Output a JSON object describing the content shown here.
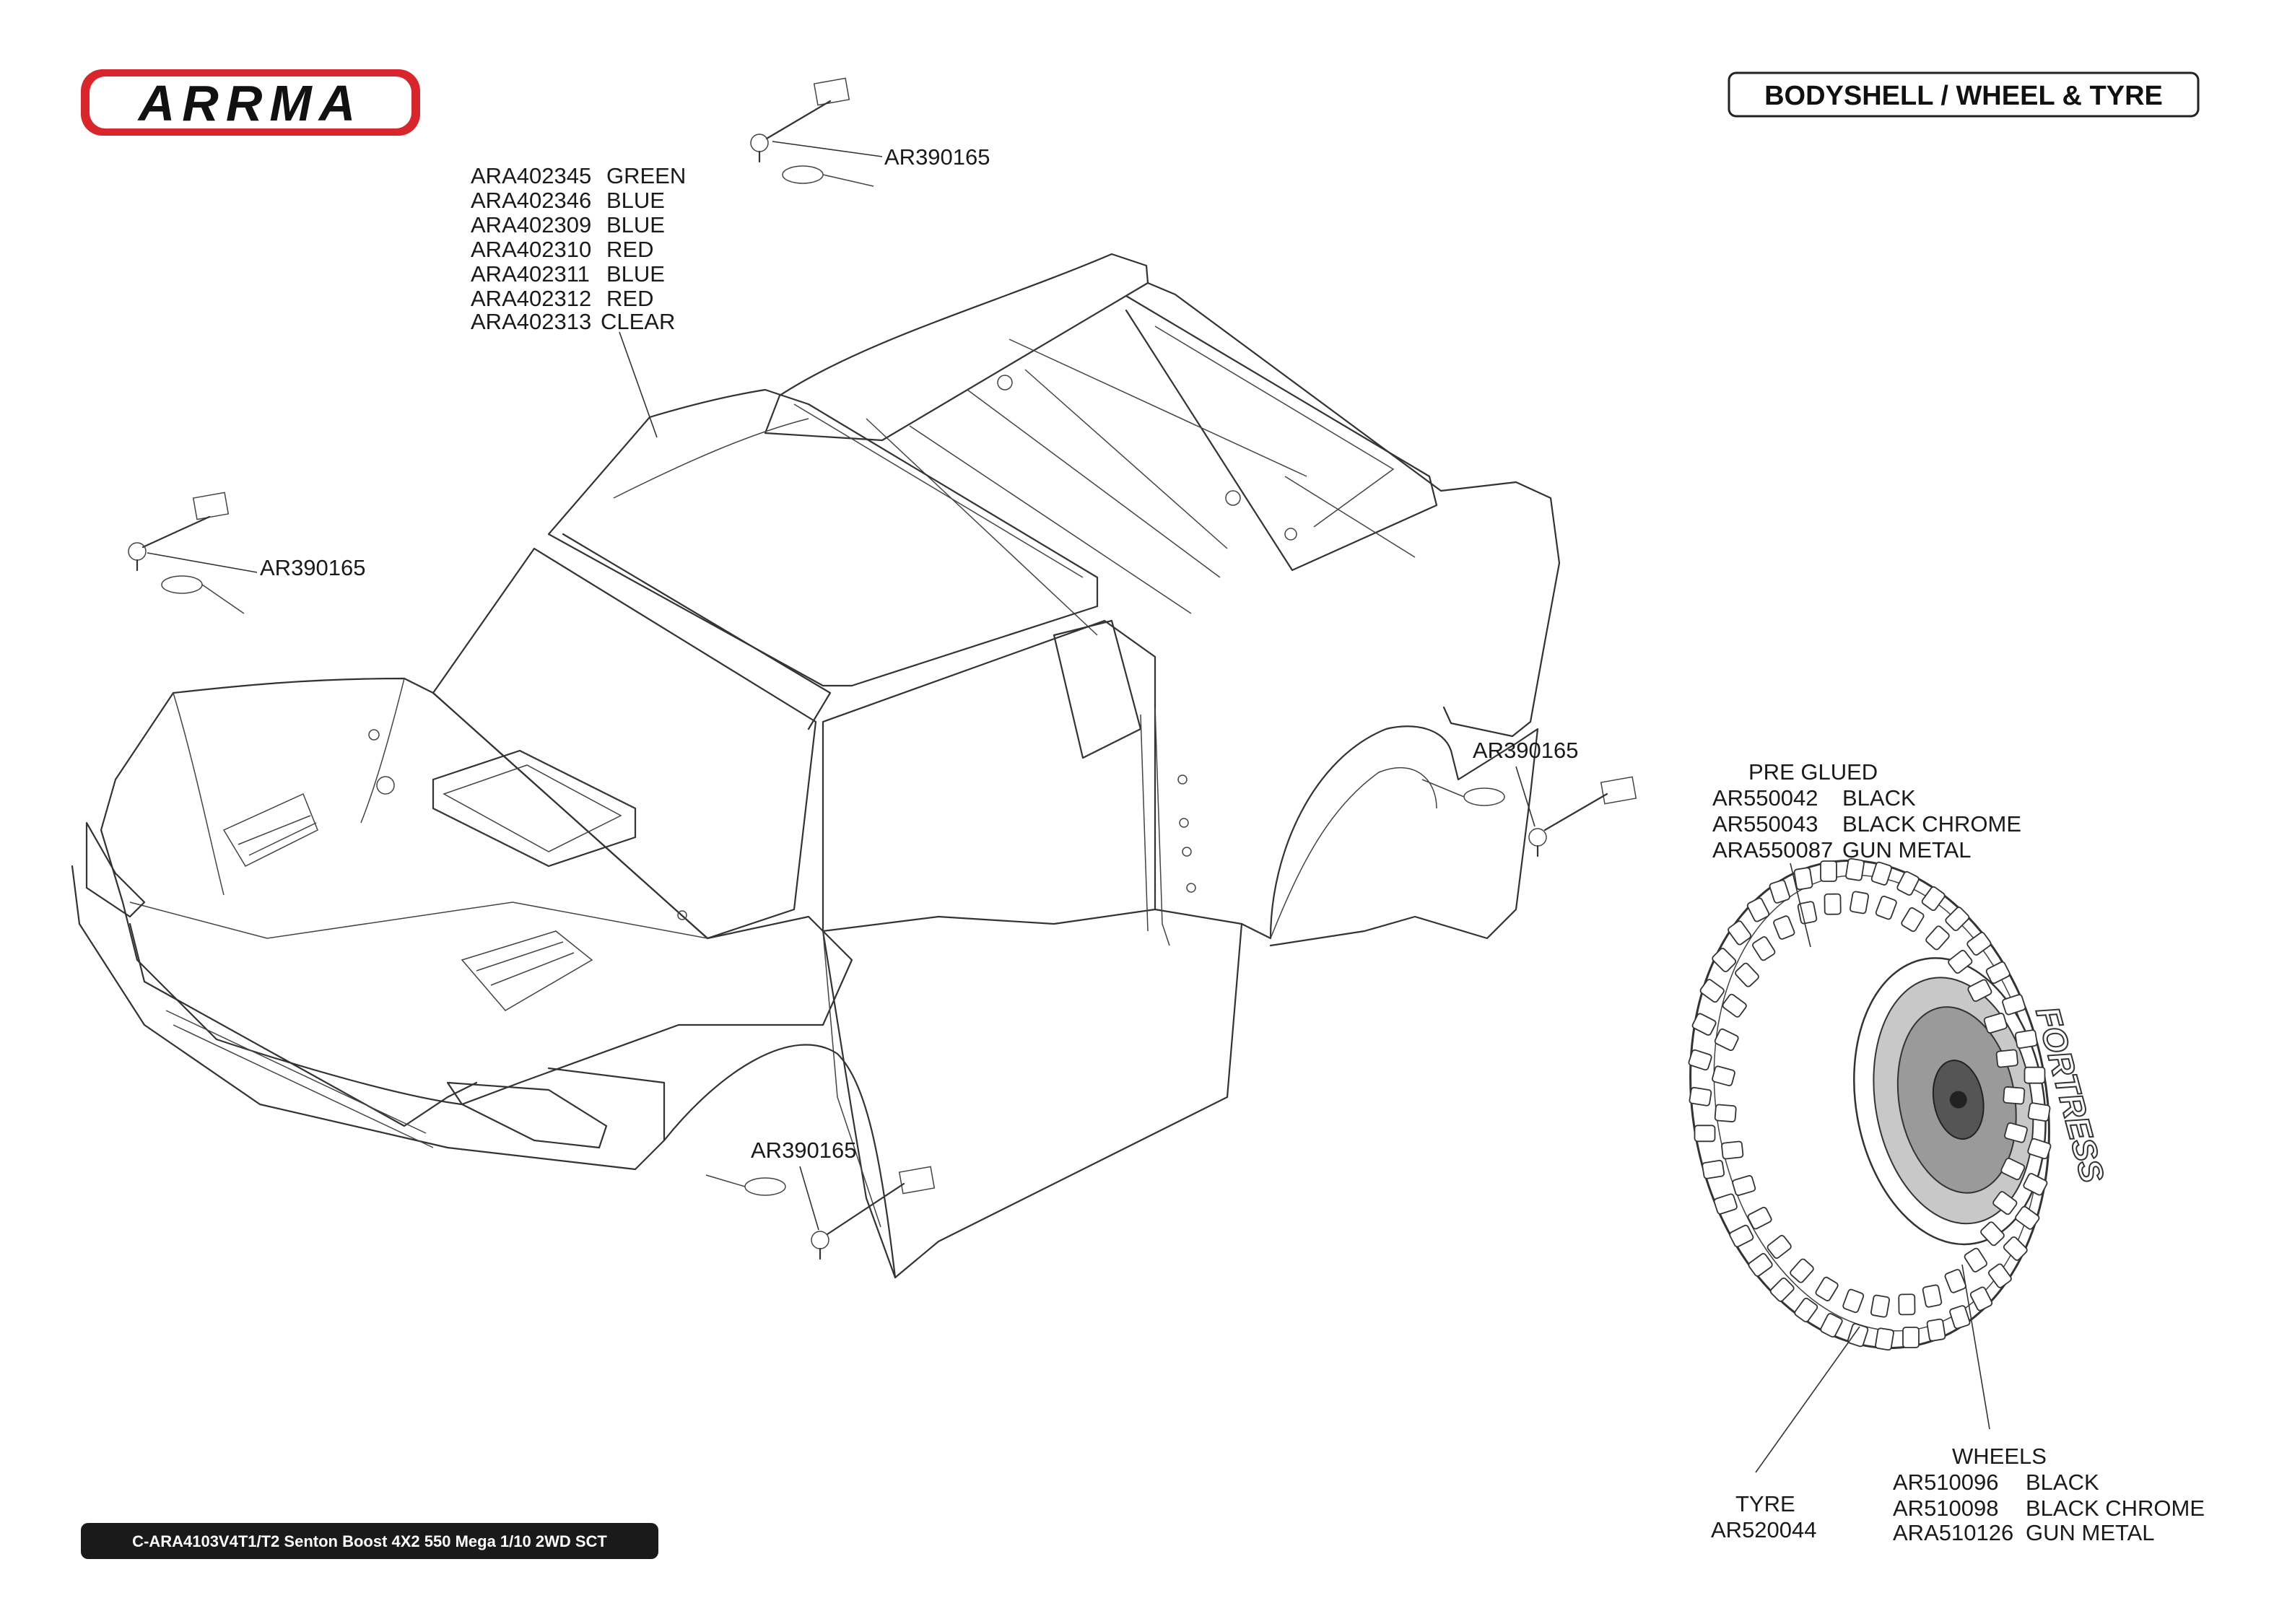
{
  "brand": {
    "logo_text": "ARRMA",
    "logo_red": "#d9262c",
    "logo_black": "#111111"
  },
  "header": {
    "title": "BODYSHELL / WHEEL & TYRE"
  },
  "footer": {
    "text": "C-ARA4103V4T1/T2 Senton Boost 4X2 550 Mega 1/10 2WD SCT"
  },
  "body_parts": [
    {
      "code": "ARA402345",
      "variant": "GREEN"
    },
    {
      "code": "ARA402346",
      "variant": "BLUE"
    },
    {
      "code": "ARA402309",
      "variant": "BLUE"
    },
    {
      "code": "ARA402310",
      "variant": "RED"
    },
    {
      "code": "ARA402311",
      "variant": "BLUE"
    },
    {
      "code": "ARA402312",
      "variant": "RED"
    },
    {
      "code": "ARA402313",
      "variant": "CLEAR"
    }
  ],
  "mount_labels": [
    "AR390165",
    "AR390165",
    "AR390165",
    "AR390165"
  ],
  "pre_glued": {
    "heading": "PRE GLUED",
    "items": [
      {
        "code": "AR550042",
        "variant": "BLACK"
      },
      {
        "code": "AR550043",
        "variant": "BLACK CHROME"
      },
      {
        "code": "ARA550087",
        "variant": "GUN METAL"
      }
    ]
  },
  "tyre": {
    "heading": "TYRE",
    "code": "AR520044",
    "sidewall_text": "FORTRESS"
  },
  "wheels": {
    "heading": "WHEELS",
    "items": [
      {
        "code": "AR510096",
        "variant": "BLACK"
      },
      {
        "code": "AR510098",
        "variant": "BLACK CHROME"
      },
      {
        "code": "ARA510126",
        "variant": "GUN METAL"
      }
    ]
  }
}
